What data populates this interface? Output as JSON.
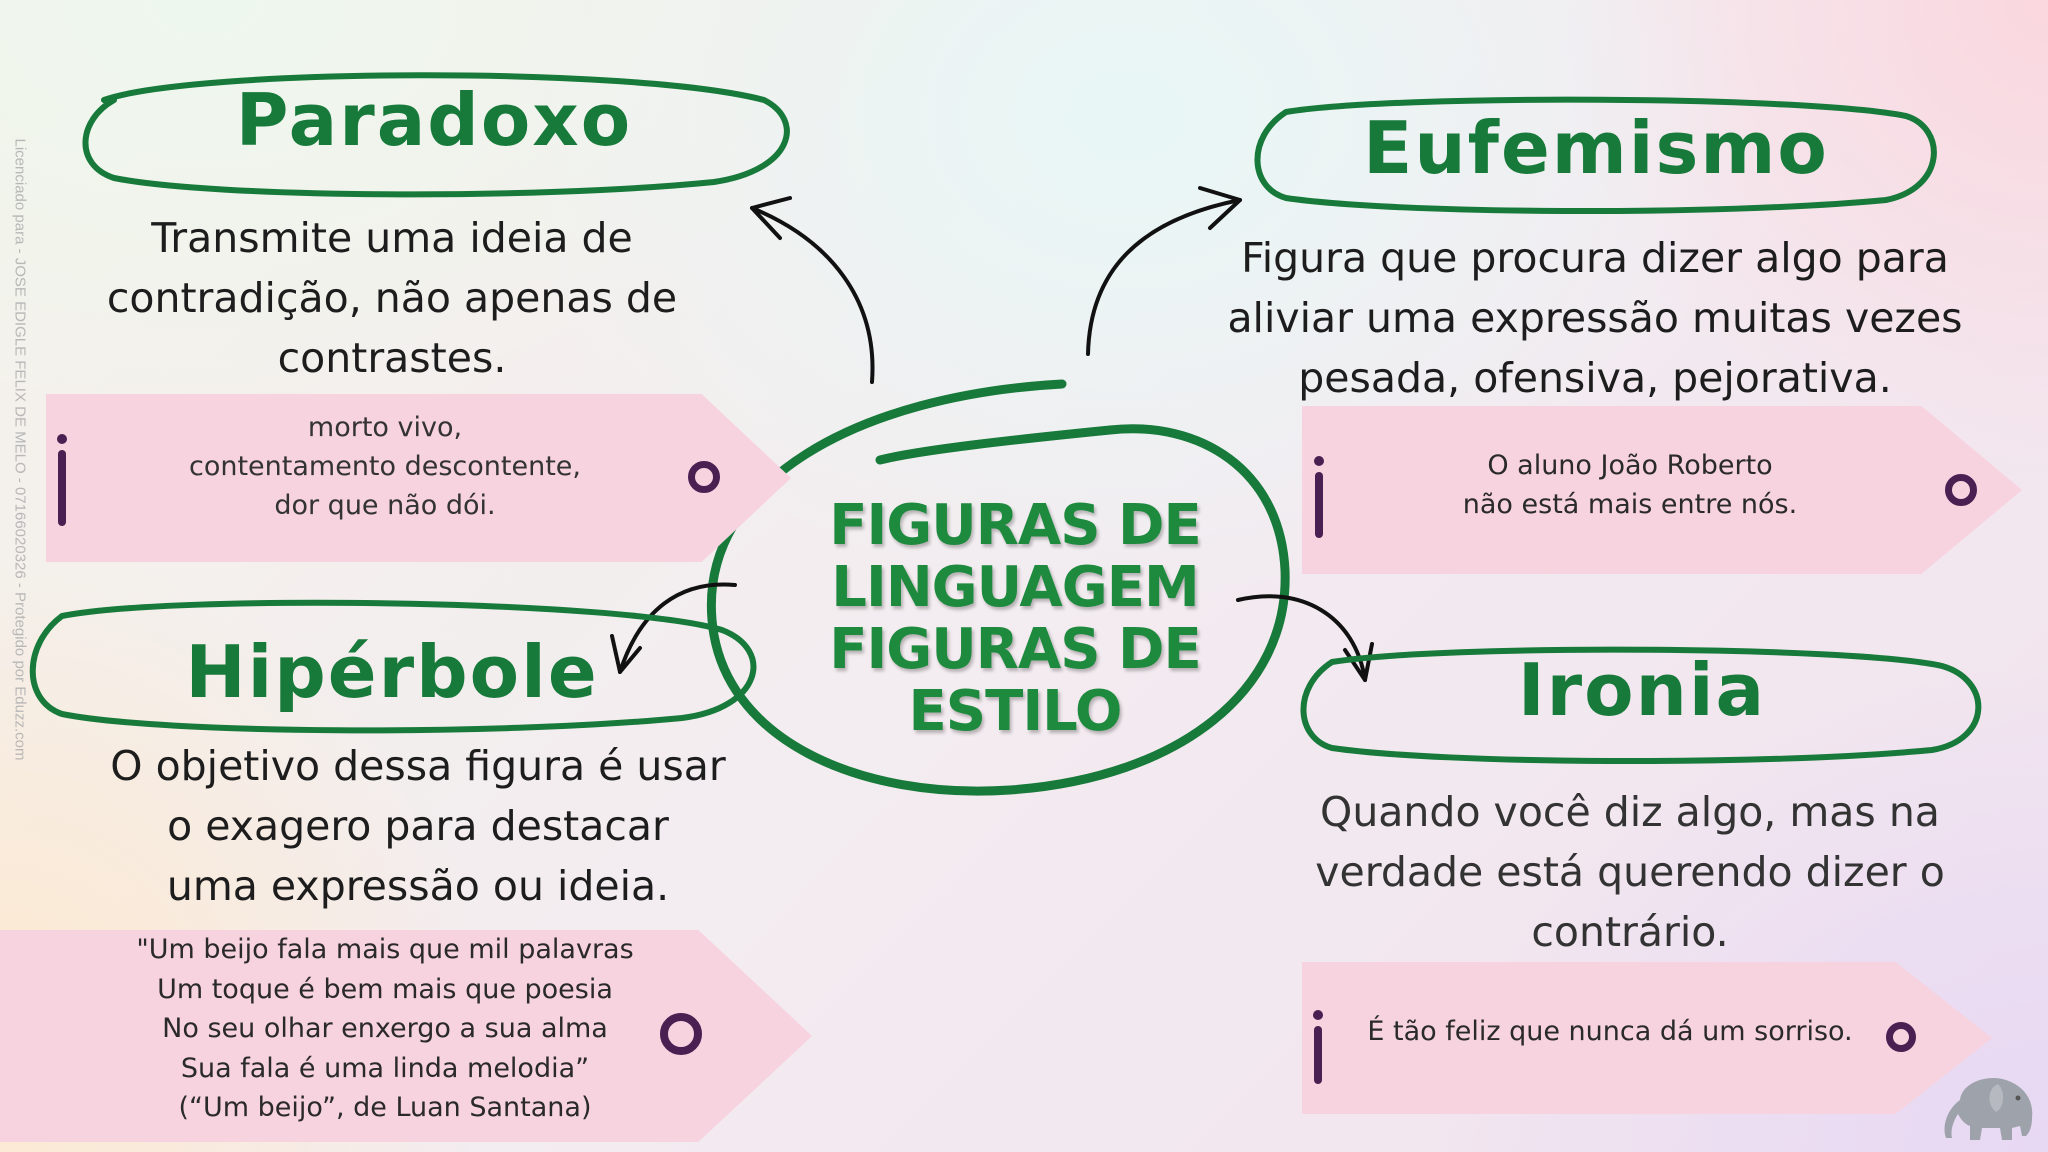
{
  "center": {
    "lines": [
      "FIGURAS DE",
      "LINGUAGEM",
      "FIGURAS DE",
      "ESTILO"
    ]
  },
  "paradoxo": {
    "title": "Paradoxo",
    "desc": [
      "Transmite uma ideia de",
      "contradição, não apenas de",
      "contrastes."
    ],
    "example": [
      "morto vivo,",
      "contentamento descontente,",
      "dor que não dói."
    ]
  },
  "eufemismo": {
    "title": "Eufemismo",
    "desc": [
      "Figura que procura dizer algo para",
      "aliviar uma expressão muitas vezes",
      "pesada, ofensiva, pejorativa."
    ],
    "example": [
      "O aluno João Roberto",
      "não está mais entre nós."
    ]
  },
  "hiperbole": {
    "title": "Hipérbole",
    "desc": [
      "O objetivo dessa figura é usar",
      "o exagero para destacar",
      "uma expressão ou ideia."
    ],
    "example": [
      "\"Um beijo fala mais que mil palavras",
      "Um toque é bem mais que poesia",
      "No seu olhar enxergo a sua alma",
      "Sua fala é uma linda melodia”",
      "(“Um beijo”, de Luan Santana)"
    ]
  },
  "ironia": {
    "title": "Ironia",
    "desc": [
      "Quando você diz algo, mas na",
      "verdade está querendo dizer o",
      "contrário."
    ],
    "example": [
      "É tão feliz que nunca dá um sorriso."
    ]
  },
  "credit": "Licenciado para - JOSE EDIGLE FELIX DE MELO - 07166020326 - Protegido por Eduzz.com",
  "colors": {
    "green": "#177a3a",
    "tag": "#f7d2df",
    "icon": "#4a1f52"
  },
  "icons": [
    "info-i-icon",
    "circle-o-icon",
    "elephant-logo-icon"
  ]
}
